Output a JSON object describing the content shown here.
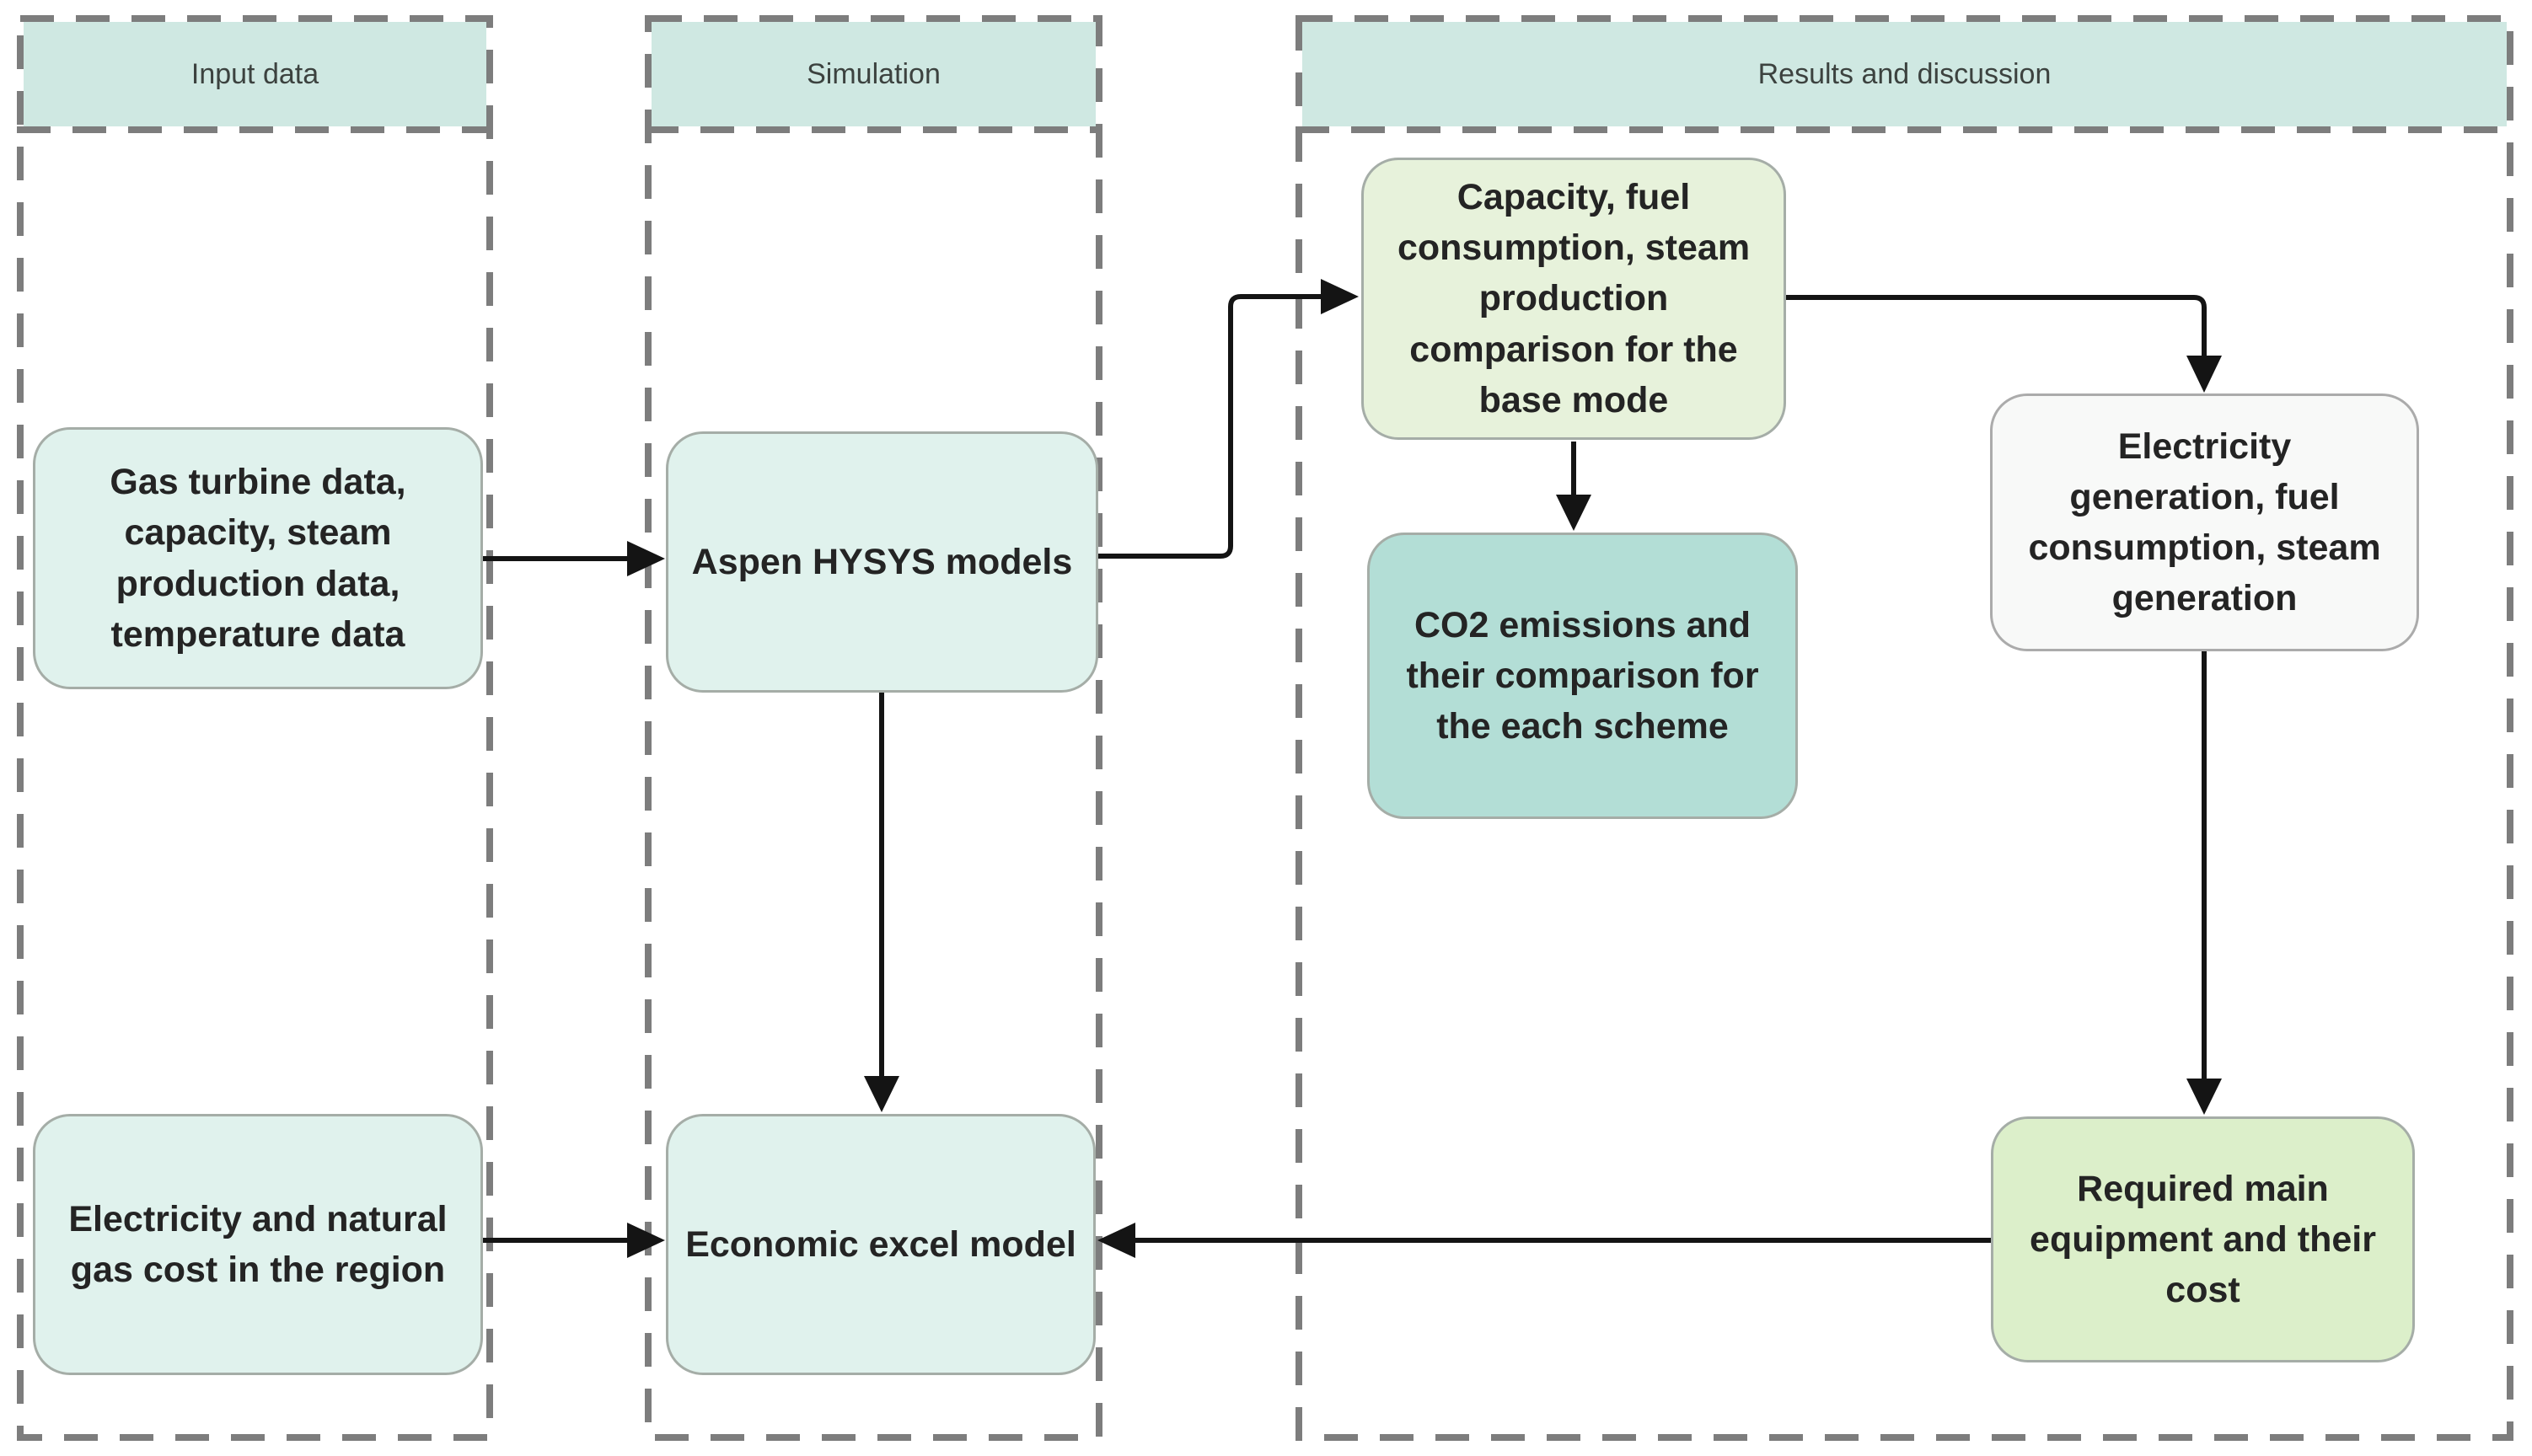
{
  "columns": [
    {
      "label": "Input data"
    },
    {
      "label": "Simulation"
    },
    {
      "label": "Results and discussion"
    }
  ],
  "nodes": [
    {
      "id": "gas-turbine-data",
      "label": "Gas turbine data, capacity, steam production data, temperature data"
    },
    {
      "id": "aspen-hysys-models",
      "label": "Aspen HYSYS models"
    },
    {
      "id": "capacity-comparison-base",
      "label": "Capacity, fuel consumption, steam production comparison for the base mode"
    },
    {
      "id": "co2-emissions-comparison",
      "label": "CO2 emissions and their comparison for the each scheme"
    },
    {
      "id": "electricity-generation",
      "label": "Electricity generation, fuel consumption, steam generation"
    },
    {
      "id": "required-equipment-cost",
      "label": "Required main equipment and their cost"
    },
    {
      "id": "economic-excel-model",
      "label": "Economic excel model"
    },
    {
      "id": "electricity-gas-cost",
      "label": "Electricity and natural gas cost in the region"
    }
  ],
  "edges": [
    {
      "from": "gas-turbine-data",
      "to": "aspen-hysys-models"
    },
    {
      "from": "aspen-hysys-models",
      "to": "capacity-comparison-base"
    },
    {
      "from": "capacity-comparison-base",
      "to": "electricity-generation"
    },
    {
      "from": "capacity-comparison-base",
      "to": "co2-emissions-comparison"
    },
    {
      "from": "aspen-hysys-models",
      "to": "economic-excel-model"
    },
    {
      "from": "electricity-generation",
      "to": "required-equipment-cost"
    },
    {
      "from": "required-equipment-cost",
      "to": "economic-excel-model"
    },
    {
      "from": "electricity-gas-cost",
      "to": "economic-excel-model"
    }
  ],
  "colors": {
    "header_fill": "#cfe8e2",
    "node_teal": "#e0f2ed",
    "node_light_green": "#e7f2db",
    "node_dark_teal": "#b3ded6",
    "node_white": "#f8f9f8",
    "node_green": "#dcefca",
    "box_border": "#a5ada7",
    "dashed_border": "#7d7d7d",
    "arrow": "#141414",
    "text": "#242424"
  }
}
